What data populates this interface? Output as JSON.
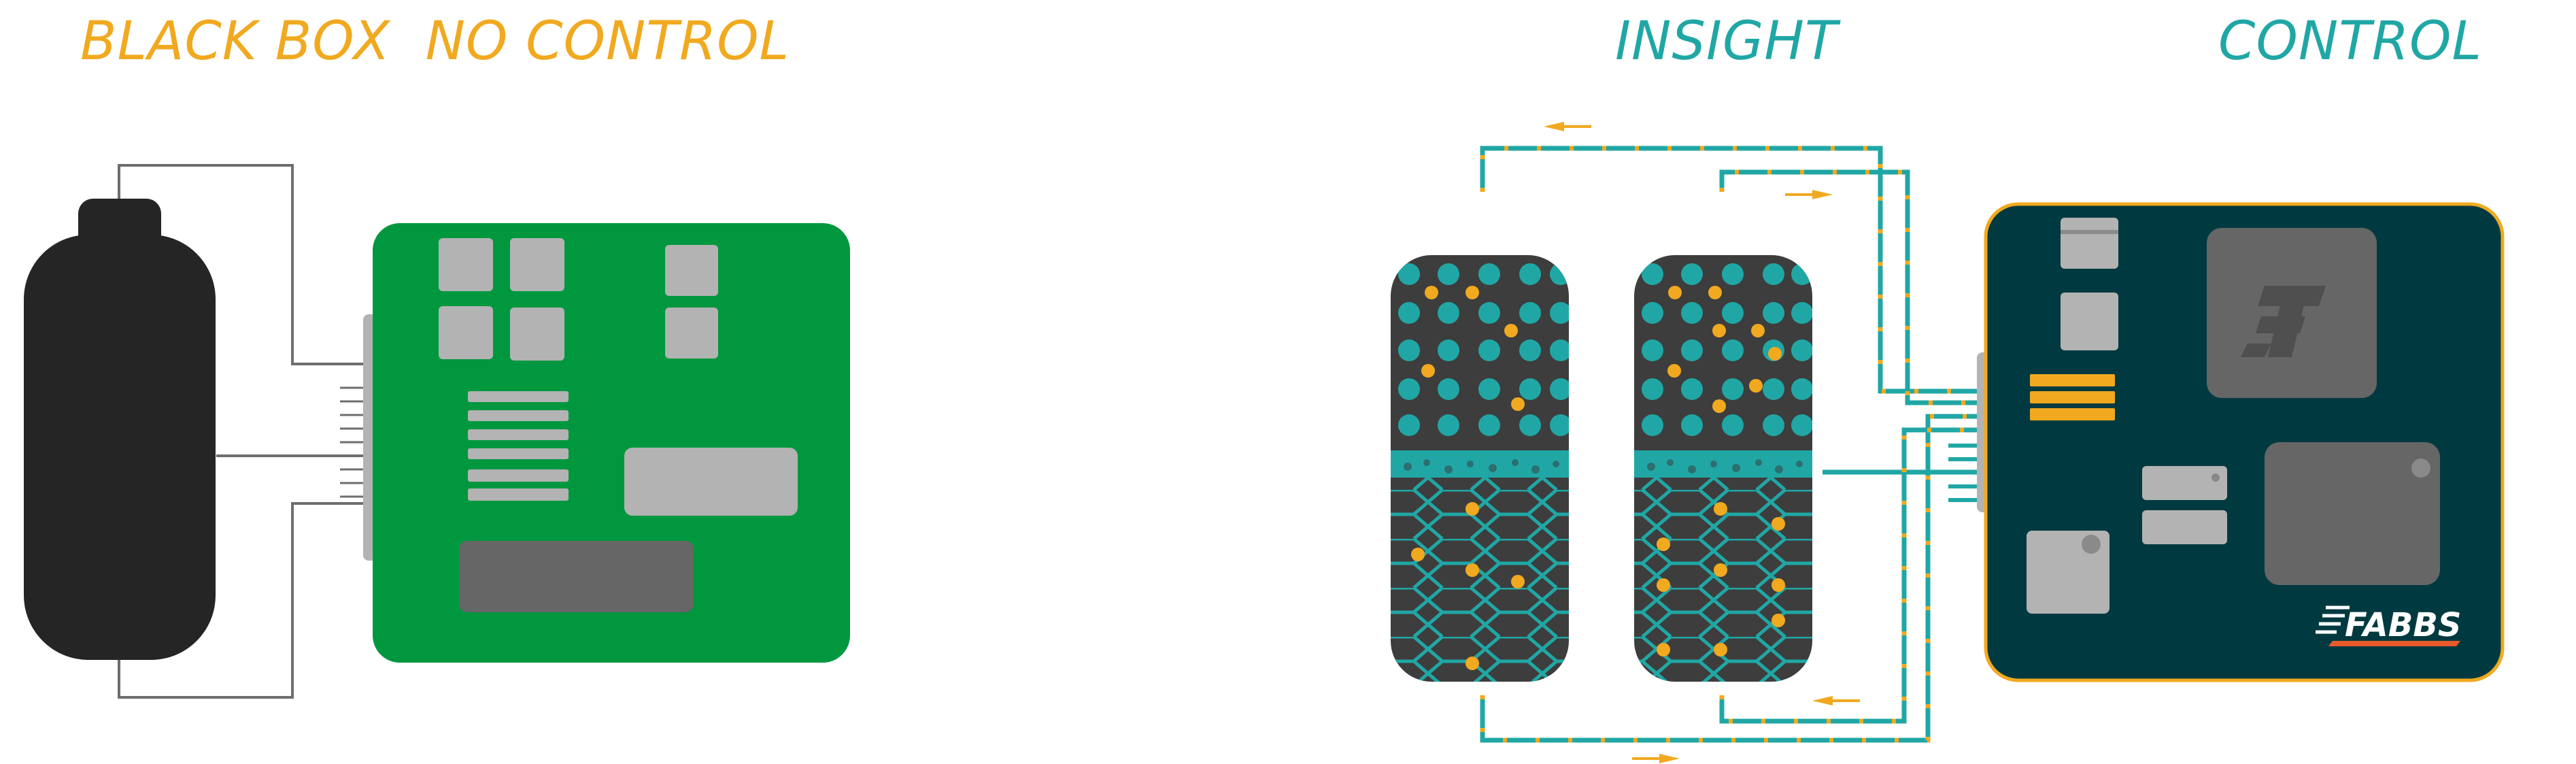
{
  "headings": {
    "black_box": "BLACK BOX  NO CONTROL",
    "insight": "INSIGHT",
    "control": "CONTROL"
  },
  "logo_text": "FABBS",
  "colors": {
    "orange": "#f1a91f",
    "teal": "#20a7a5",
    "green_board": "#00973f",
    "dark_board": "#003a40",
    "battery_black": "#252525",
    "cell_dark": "#3d3d3d",
    "chip_grey": "#b3b3b3",
    "chip_dark_grey": "#666666",
    "wire_grey": "#6e6e6e"
  },
  "icons": [
    "battery-icon",
    "circuit-board-icon",
    "battery-cell-icon",
    "fabbs-logo-icon",
    "flow-arrow-icon"
  ]
}
